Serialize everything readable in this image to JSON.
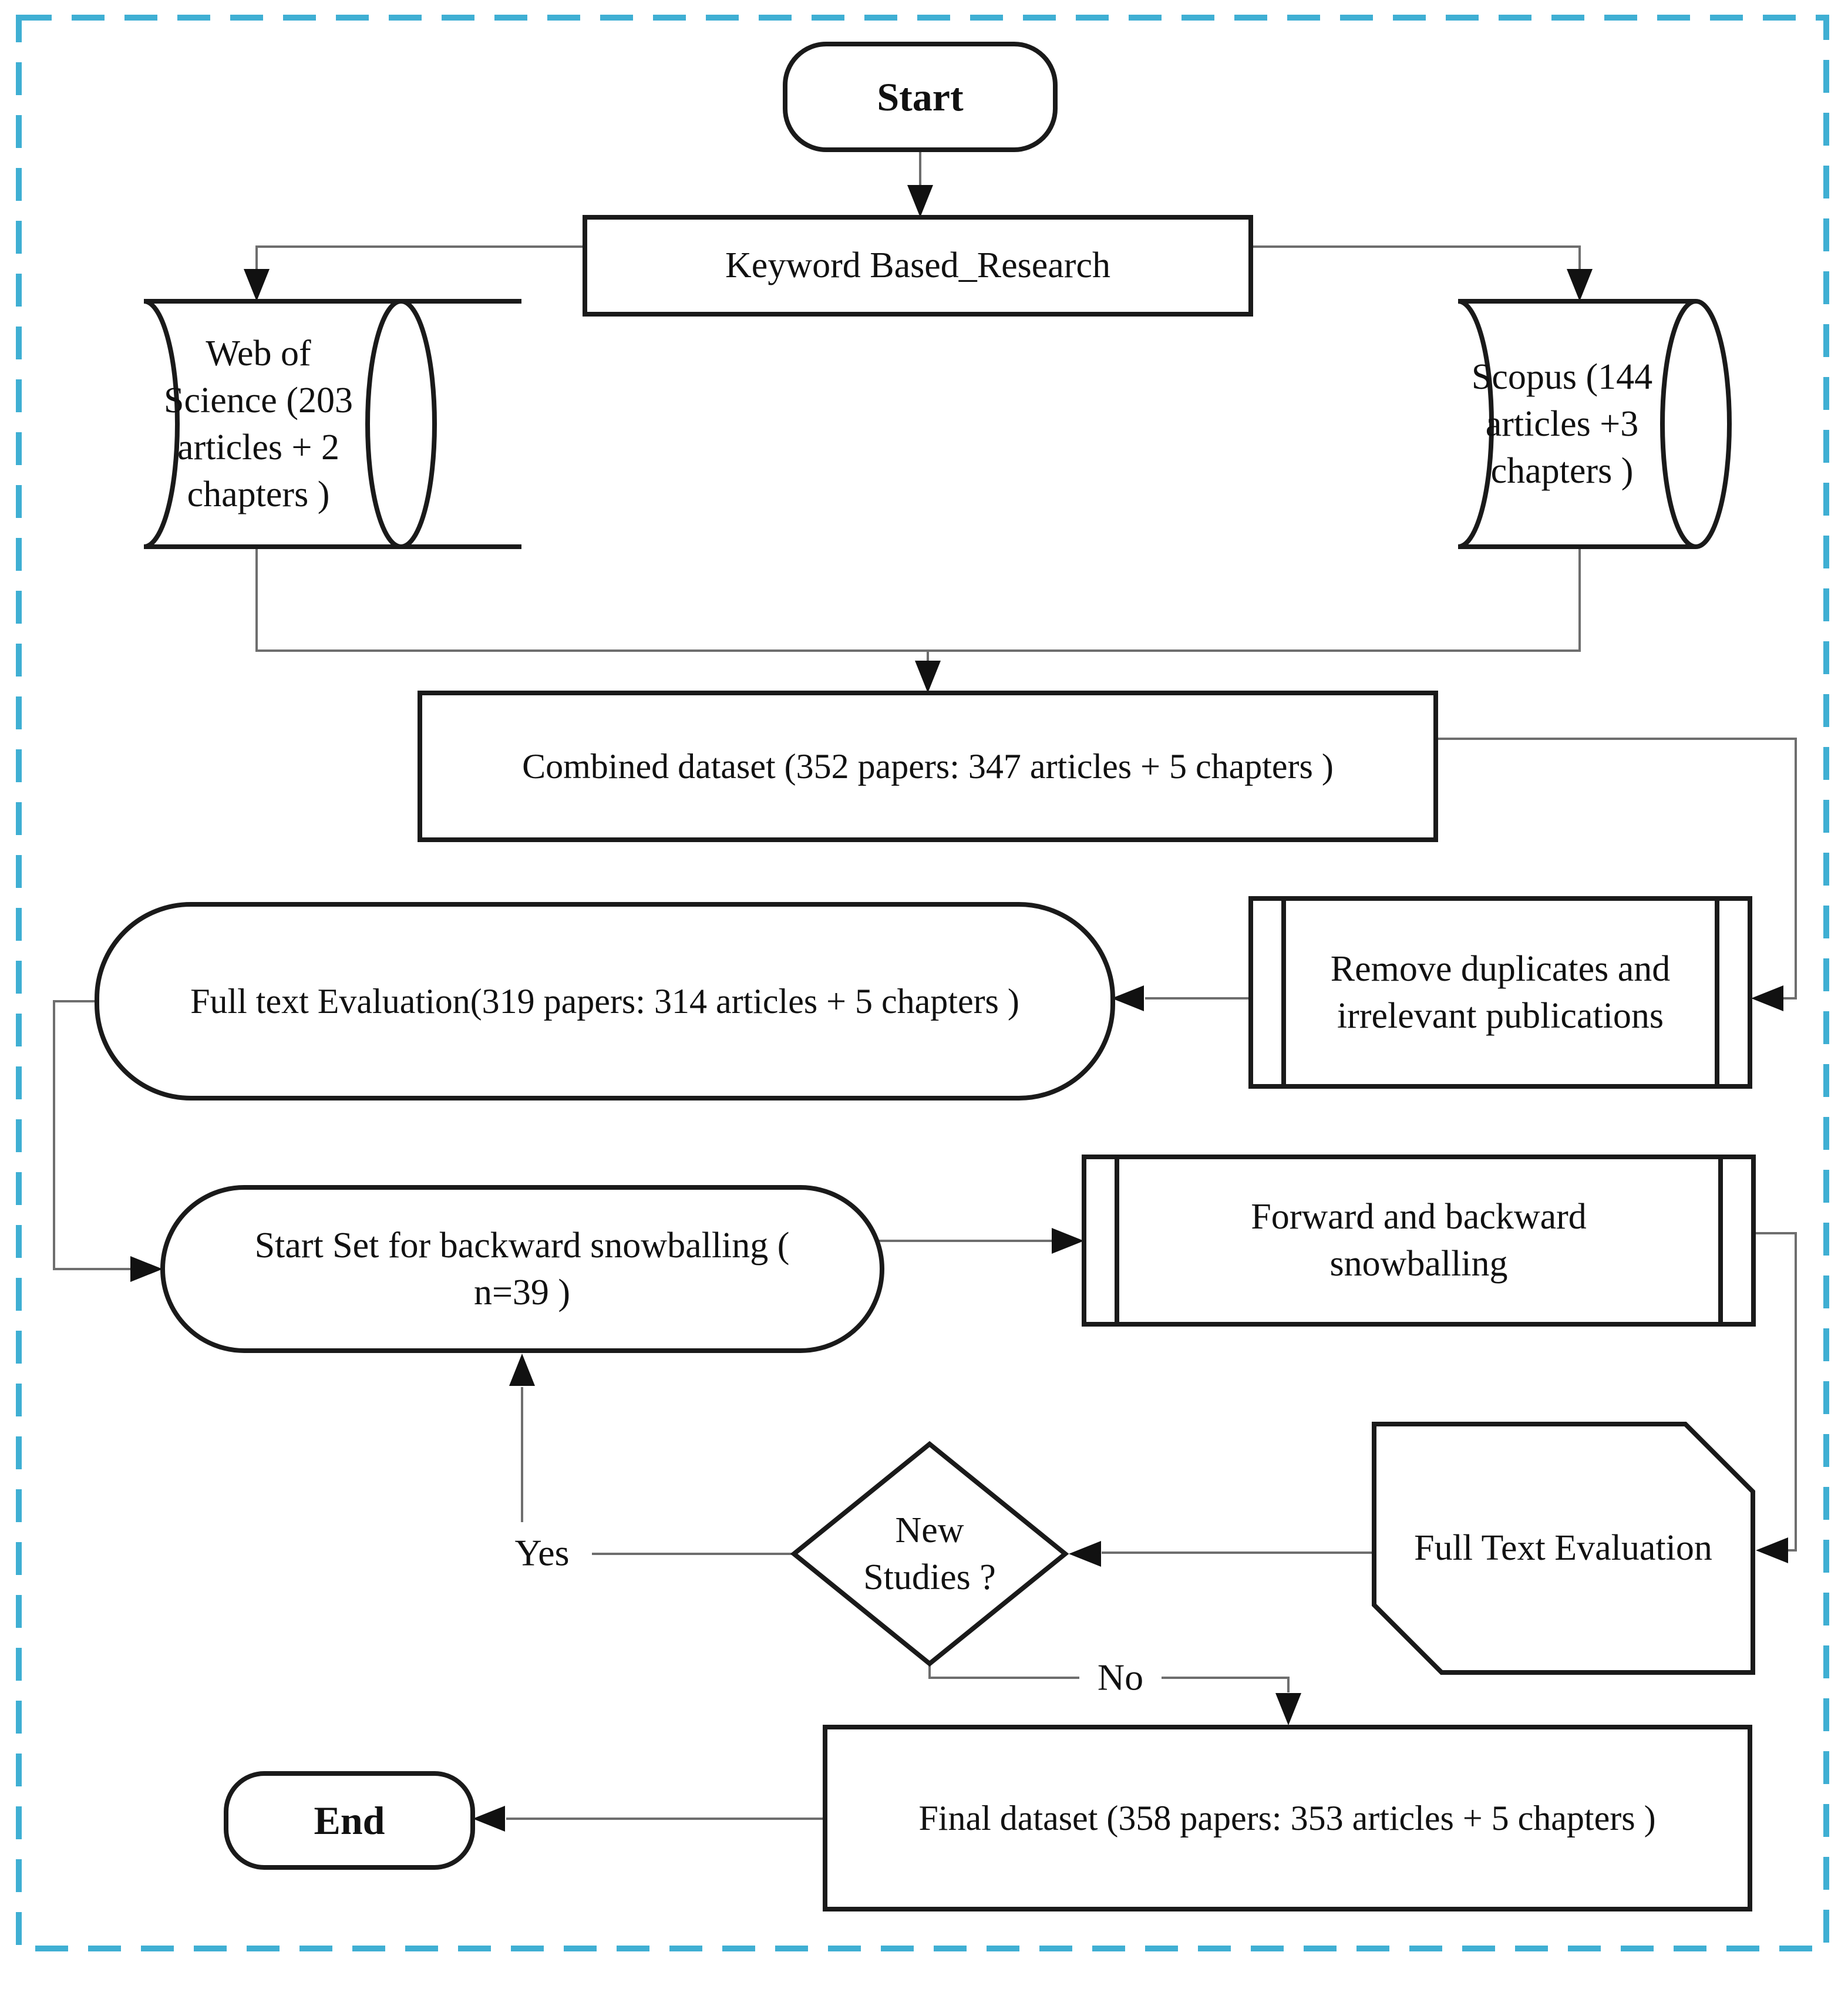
{
  "diagram": {
    "type": "flowchart",
    "title": "Systematic literature search flowchart",
    "colors": {
      "background": "#ffffff",
      "border_dashed": "#3fafd3",
      "shape_stroke": "#1a1a1a",
      "connector": "#6e6e6e",
      "text": "#111111"
    },
    "nodes": {
      "start": {
        "shape": "terminator",
        "label": "Start"
      },
      "keyword": {
        "shape": "process",
        "label": "Keyword Based_Research"
      },
      "wos": {
        "shape": "stored-data-cylinder",
        "lines": [
          "Web of",
          "Science (203",
          "articles + 2",
          "chapters )"
        ]
      },
      "scopus": {
        "shape": "stored-data-cylinder",
        "lines": [
          "Scopus (144",
          "articles +3",
          "chapters )"
        ]
      },
      "combined": {
        "shape": "process",
        "label": "Combined dataset (352 papers: 347 articles + 5 chapters )"
      },
      "remove": {
        "shape": "predefined-process",
        "lines": [
          "Remove duplicates and",
          "irrelevant publications"
        ]
      },
      "fulltext1": {
        "shape": "terminator",
        "label": "Full text Evaluation(319 papers: 314 articles + 5 chapters )"
      },
      "startset": {
        "shape": "terminator",
        "lines": [
          "Start Set for backward snowballing (",
          "n=39 )"
        ]
      },
      "snowball": {
        "shape": "predefined-process",
        "lines": [
          "Forward and backward",
          "snowballing"
        ]
      },
      "fulltext2": {
        "shape": "card",
        "label": "Full Text Evaluation"
      },
      "decision": {
        "shape": "decision",
        "lines": [
          "New",
          "Studies ?"
        ]
      },
      "final": {
        "shape": "process",
        "label": "Final dataset (358 papers: 353 articles + 5 chapters )"
      },
      "end": {
        "shape": "terminator",
        "label": "End"
      }
    },
    "edge_labels": {
      "yes": "Yes",
      "no": "No"
    },
    "edges": [
      {
        "from": "start",
        "to": "keyword"
      },
      {
        "from": "keyword",
        "to": "wos"
      },
      {
        "from": "keyword",
        "to": "scopus"
      },
      {
        "from": "wos",
        "to": "combined"
      },
      {
        "from": "scopus",
        "to": "combined"
      },
      {
        "from": "combined",
        "to": "remove"
      },
      {
        "from": "remove",
        "to": "fulltext1"
      },
      {
        "from": "fulltext1",
        "to": "startset"
      },
      {
        "from": "startset",
        "to": "snowball"
      },
      {
        "from": "snowball",
        "to": "fulltext2"
      },
      {
        "from": "fulltext2",
        "to": "decision"
      },
      {
        "from": "decision",
        "to": "startset",
        "label": "Yes"
      },
      {
        "from": "decision",
        "to": "final",
        "label": "No"
      },
      {
        "from": "final",
        "to": "end"
      }
    ]
  }
}
